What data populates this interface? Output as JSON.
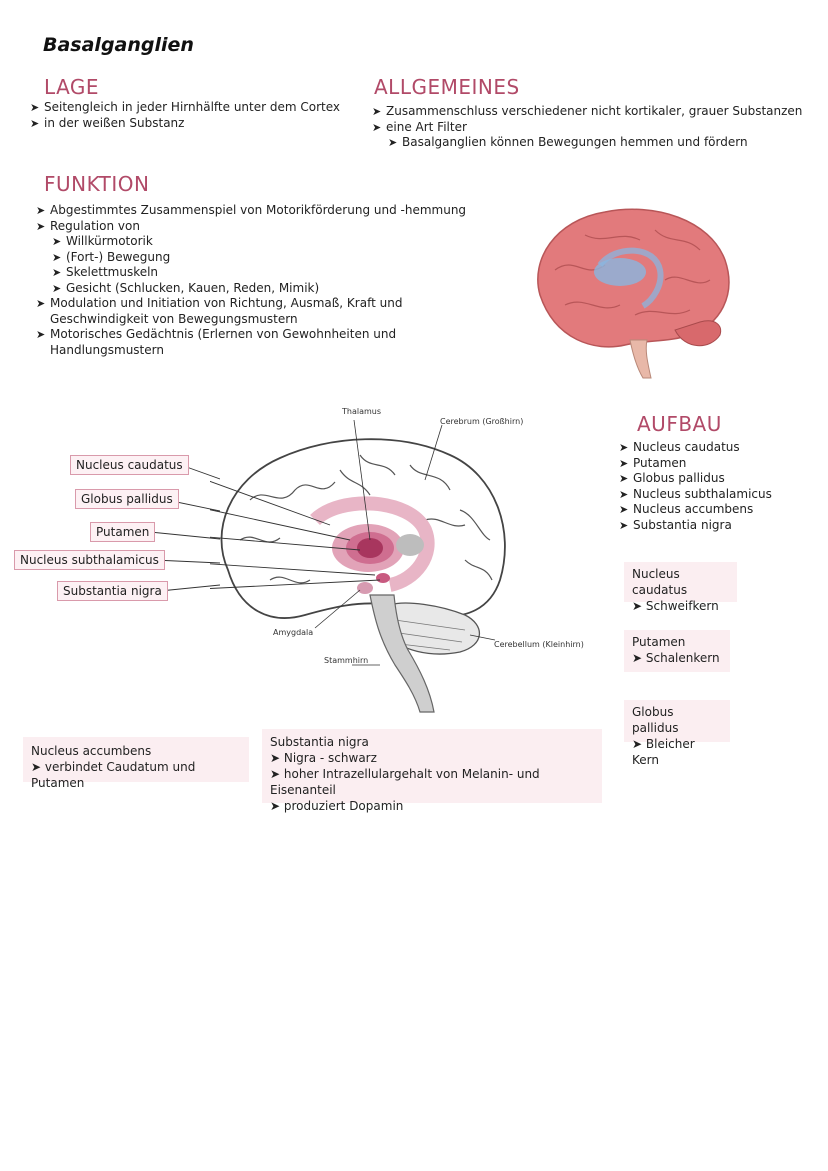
{
  "title": "Basalganglien",
  "lage": {
    "heading": "LAGE",
    "items": [
      "Seitengleich in jeder Hirnhälfte unter dem Cortex",
      "in der weißen Substanz"
    ]
  },
  "allgemeines": {
    "heading": "ALLGEMEINES",
    "items": [
      "Zusammenschluss verschiedener nicht kortikaler, grauer Substanzen",
      "eine Art Filter",
      "Basalganglien können Bewegungen hemmen und fördern"
    ]
  },
  "funktion": {
    "heading": "FUNKTION",
    "items": [
      "Abgestimmtes Zusammenspiel von Motorikförderung und -hemmung",
      "Regulation von",
      "Willkürmotorik",
      "(Fort-) Bewegung",
      "Skelettmuskeln",
      "Gesicht (Schlucken, Kauen, Reden, Mimik)",
      "Modulation und Initiation von Richtung, Ausmaß, Kraft und",
      "Geschwindigkeit von Bewegungsmustern",
      "Motorisches Gedächtnis (Erlernen von Gewohnheiten und",
      "Handlungsmustern"
    ]
  },
  "aufbau": {
    "heading": "AUFBAU",
    "items": [
      "Nucleus caudatus",
      "Putamen",
      "Globus pallidus",
      "Nucleus subthalamicus",
      "Nucleus accumbens",
      "Substantia nigra"
    ]
  },
  "diagram": {
    "labels": [
      "Nucleus caudatus",
      "Globus pallidus",
      "Putamen",
      "Nucleus subthalamicus",
      "Substantia nigra"
    ],
    "thalamus": "Thalamus",
    "cerebrum": "Cerebrum (Großhirn)",
    "amygdala": "Amygdala",
    "stammhirn": "Stammhirn",
    "cerebellum": "Cerebellum (Kleinhirn)"
  },
  "boxes": {
    "caudatus": {
      "title": "Nucleus caudatus",
      "line": "Schweifkern"
    },
    "putamen": {
      "title": "Putamen",
      "line": "Schalenkern"
    },
    "pallidus": {
      "title": "Globus pallidus",
      "line": "Bleicher Kern"
    },
    "accumbens": {
      "title": "Nucleus accumbens",
      "line": "verbindet Caudatum und Putamen"
    },
    "nigra": {
      "title": "Substantia nigra",
      "lines": [
        "Nigra - schwarz",
        "hoher Intrazellulargehalt von Melanin- und Eisenanteil",
        "produziert Dopamin"
      ]
    }
  },
  "colors": {
    "heading": "#b14a68",
    "box": "#fbeef1",
    "brain": "#e0777a",
    "highlight": "#8ab6e0"
  }
}
